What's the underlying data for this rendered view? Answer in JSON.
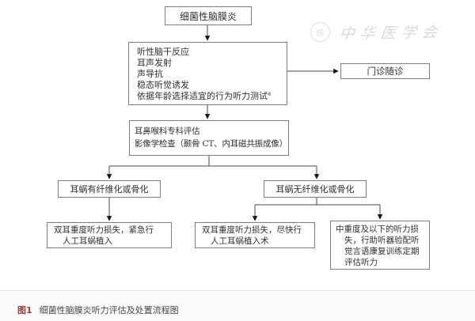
{
  "flowchart": {
    "nodes": {
      "start": {
        "label": "细菌性脑膜炎"
      },
      "tests": {
        "lines": [
          "听性脑干反应",
          "耳声发射",
          "声导抗",
          "稳态听觉诱发",
          "依据年龄选择适宜的行为听力测试"
        ],
        "superscript": "a"
      },
      "followup": {
        "label": "门诊随诊"
      },
      "ent": {
        "lines": [
          "耳鼻喉科专科评估",
          "影像学检查（颞骨 CT、内耳磁共振成像）"
        ]
      },
      "fibrosis": {
        "label": "耳蜗有纤维化或骨化"
      },
      "no_fibrosis": {
        "label": "耳蜗无纤维化或骨化"
      },
      "urgent_ci": {
        "lines": [
          "双耳重度听力损失，紧急行",
          "人工耳蜗植入"
        ]
      },
      "soon_ci": {
        "lines": [
          "双耳重度听力损失，尽快行",
          "人工耳蜗植入术"
        ]
      },
      "hearing_aid": {
        "lines": [
          "中重度及以下的听力损",
          "失，行助听器验配听",
          "觉言语康复训练定期",
          "评估听力"
        ]
      }
    },
    "watermark": {
      "text": "中华医学会",
      "seal": "医"
    },
    "caption": {
      "figure_label": "图1",
      "title": "细菌性脑膜炎听力评估及处置流程图"
    }
  },
  "colors": {
    "caption_label": "#9c3f3f",
    "connector_line": "#4a4a4a",
    "box_border": "#7d7d7d",
    "watermark": "#dadada"
  }
}
